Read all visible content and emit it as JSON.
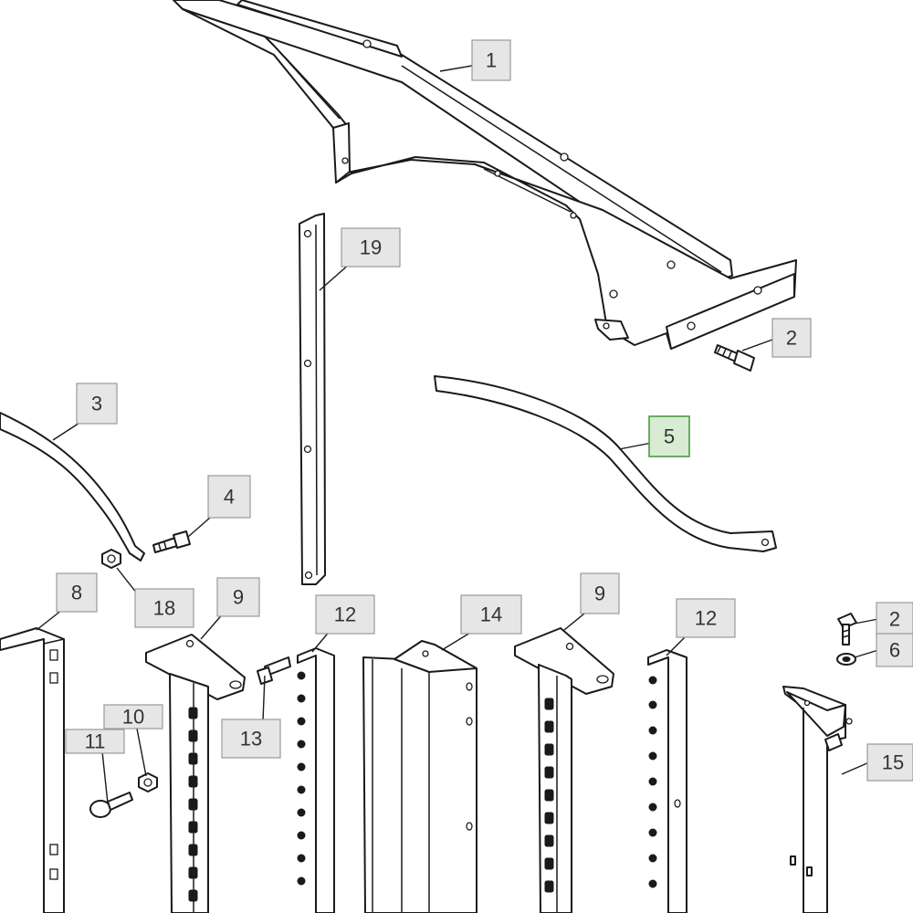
{
  "callouts": [
    {
      "id": "c1",
      "label": "1"
    },
    {
      "id": "c2a",
      "label": "2"
    },
    {
      "id": "c2b",
      "label": "2"
    },
    {
      "id": "c3",
      "label": "3"
    },
    {
      "id": "c4",
      "label": "4"
    },
    {
      "id": "c5",
      "label": "5",
      "highlighted": true
    },
    {
      "id": "c6",
      "label": "6"
    },
    {
      "id": "c8",
      "label": "8"
    },
    {
      "id": "c9a",
      "label": "9"
    },
    {
      "id": "c9b",
      "label": "9"
    },
    {
      "id": "c10",
      "label": "10"
    },
    {
      "id": "c11",
      "label": "11"
    },
    {
      "id": "c12a",
      "label": "12"
    },
    {
      "id": "c12b",
      "label": "12"
    },
    {
      "id": "c13",
      "label": "13"
    },
    {
      "id": "c14",
      "label": "14"
    },
    {
      "id": "c15",
      "label": "15"
    },
    {
      "id": "c18",
      "label": "18"
    },
    {
      "id": "c19",
      "label": "19"
    }
  ],
  "colors": {
    "callout_fill": "#e6e6e6",
    "callout_highlight_fill": "#d7ecd2",
    "callout_highlight_border": "#4e9a45",
    "line": "#1a1a1a"
  }
}
